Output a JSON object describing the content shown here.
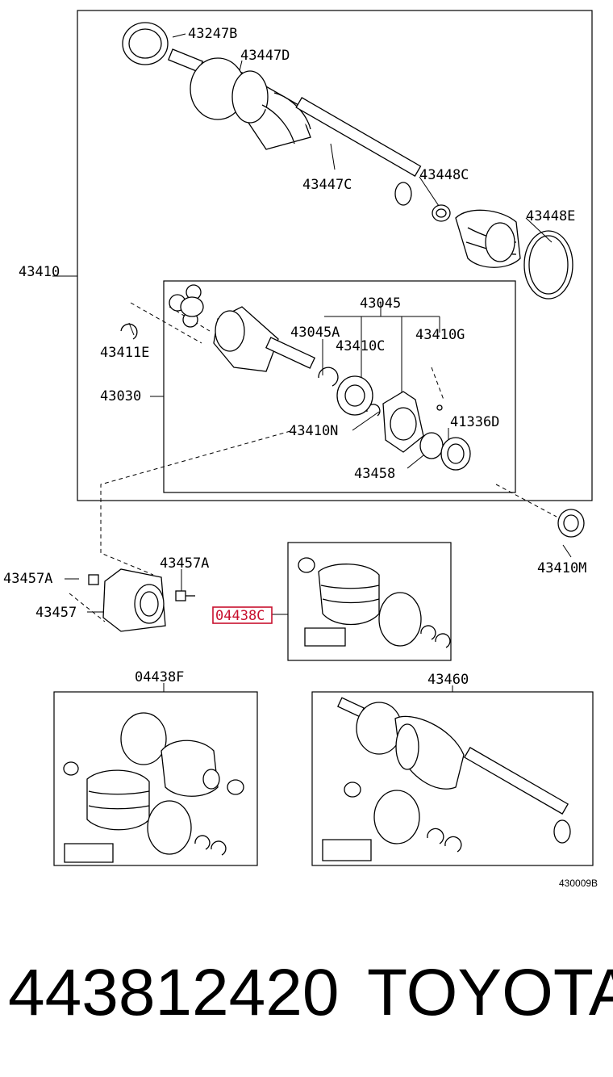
{
  "labels": {
    "l43247B": "43247B",
    "l43447D": "43447D",
    "l43447C": "43447C",
    "l43448C": "43448C",
    "l43448E": "43448E",
    "l43410": "43410",
    "l43045": "43045",
    "l43045A": "43045A",
    "l43410C": "43410C",
    "l43410G": "43410G",
    "l43411E": "43411E",
    "l43030": "43030",
    "l41336D": "41336D",
    "l43410N": "43410N",
    "l43458": "43458",
    "l43410M": "43410M",
    "l43457A_left": "43457A",
    "l43457A_right": "43457A",
    "l43457": "43457",
    "l04438C": "04438C",
    "l04438F": "04438F",
    "l43460": "43460"
  },
  "diagram_ref": "430009B",
  "highlight_color": "#c8102e",
  "footer": {
    "part_number": "443812420",
    "brand": "TOYOTA"
  }
}
